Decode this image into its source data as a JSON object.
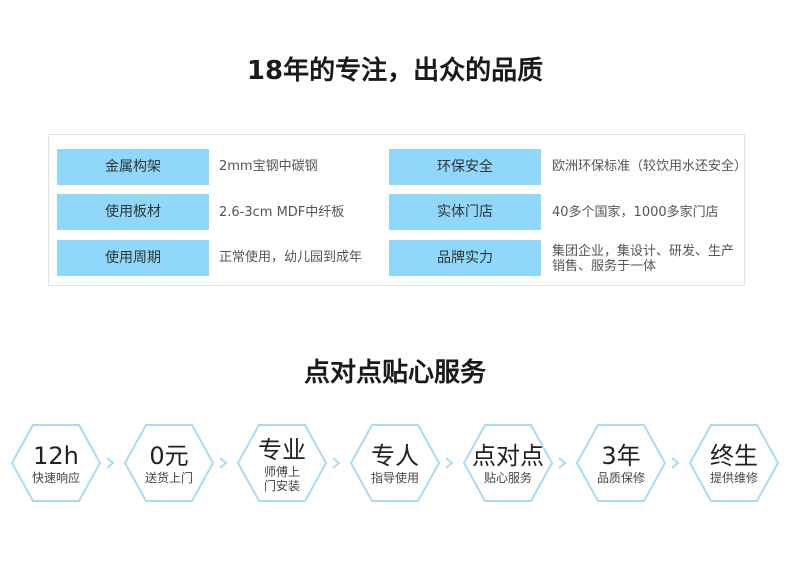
{
  "title_primary": "18年的专注，出众的品质",
  "title_service": "点对点贴心服务",
  "accent_color": "#8fd8fb",
  "hex_stroke_color": "#a8dcf4",
  "specs": [
    {
      "label": "金属构架",
      "value": "2mm宝钢中碳钢"
    },
    {
      "label": "环保安全",
      "value": "欧洲环保标准（较饮用水还安全）"
    },
    {
      "label": "使用板材",
      "value": "2.6-3cm MDF中纤板"
    },
    {
      "label": "实体门店",
      "value": "40多个国家，1000多家门店"
    },
    {
      "label": "使用周期",
      "value": "正常使用，幼儿园到成年"
    },
    {
      "label": "品牌实力",
      "value": "集团企业，集设计、研发、生产销售、服务于一体"
    }
  ],
  "services": [
    {
      "main": "12h",
      "sub": "快速响应"
    },
    {
      "main": "0元",
      "sub": "送货上门"
    },
    {
      "main": "专业",
      "sub": "师傅上门安装"
    },
    {
      "main": "专人",
      "sub": "指导使用"
    },
    {
      "main": "点对点",
      "sub": "贴心服务"
    },
    {
      "main": "3年",
      "sub": "品质保修"
    },
    {
      "main": "终生",
      "sub": "提供维修"
    }
  ]
}
